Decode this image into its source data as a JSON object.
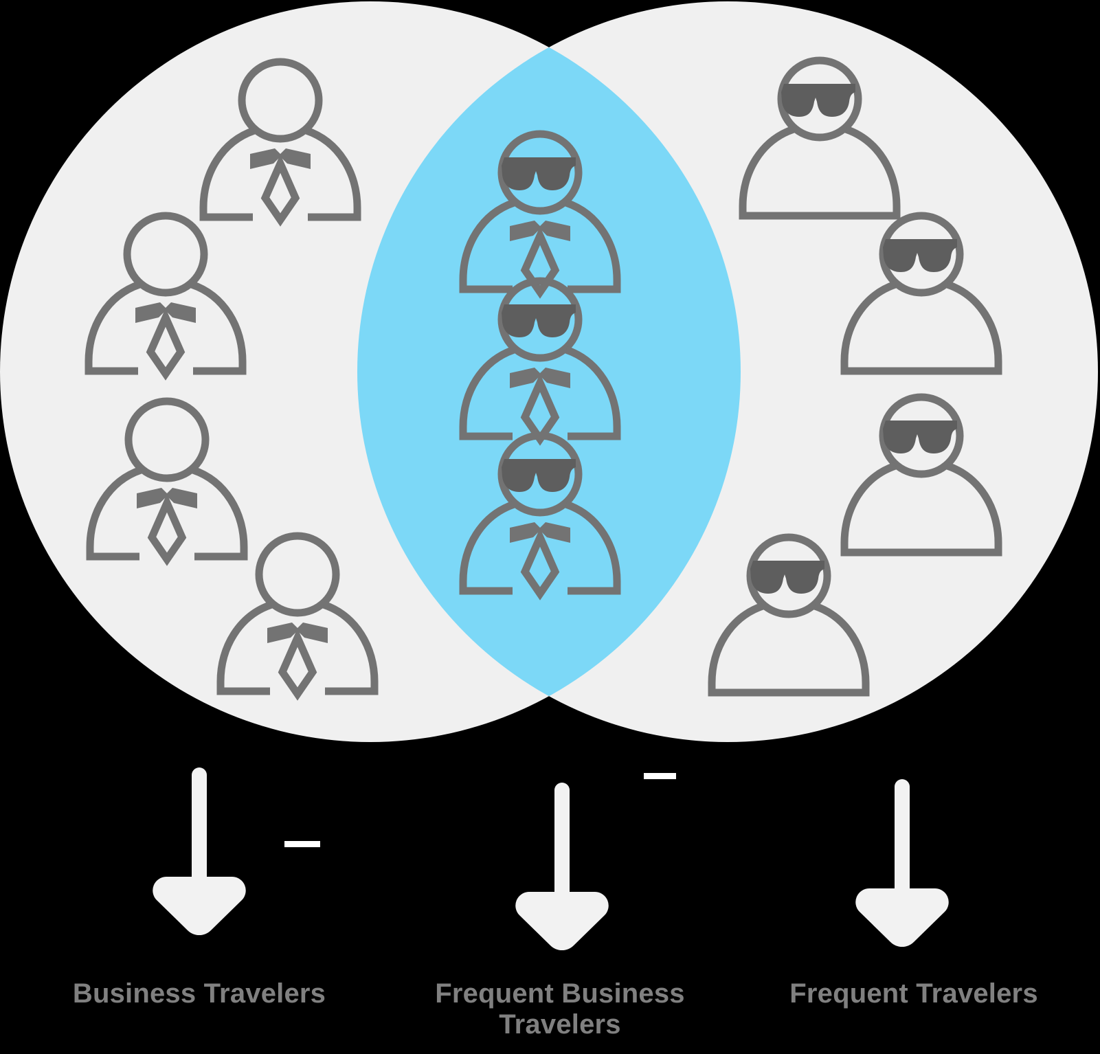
{
  "diagram": {
    "type": "venn",
    "title": "",
    "background_color": "#000000",
    "set_fill_color": "#f0f0f0",
    "intersection_fill_color": "#7cd8f7",
    "icon_stroke_color": "#737373",
    "arrow_color": "#f2f2f2",
    "label_color": "#808080"
  },
  "sets": {
    "left": {
      "name": "Business Travelers",
      "icon": "person-with-tie-icon",
      "member_count": 4
    },
    "right": {
      "name": "Frequent Travelers",
      "icon": "person-with-sunglasses-icon",
      "member_count": 4
    },
    "intersection": {
      "name": "Frequent Business Travelers",
      "icon": "person-with-sunglasses-and-tie-icon",
      "member_count": 3
    }
  },
  "labels": {
    "left": "Business Travelers",
    "center_line1": "Frequent Business",
    "center_line2": "Travelers",
    "center": "Frequent Business\nTravelers",
    "right": "Frequent Travelers"
  },
  "arrows": {
    "left": "down-arrow-icon",
    "center": "down-arrow-icon",
    "right": "down-arrow-icon",
    "count": 3
  },
  "marks": {
    "dash_left": "dash-mark",
    "dash_center": "dash-mark"
  }
}
